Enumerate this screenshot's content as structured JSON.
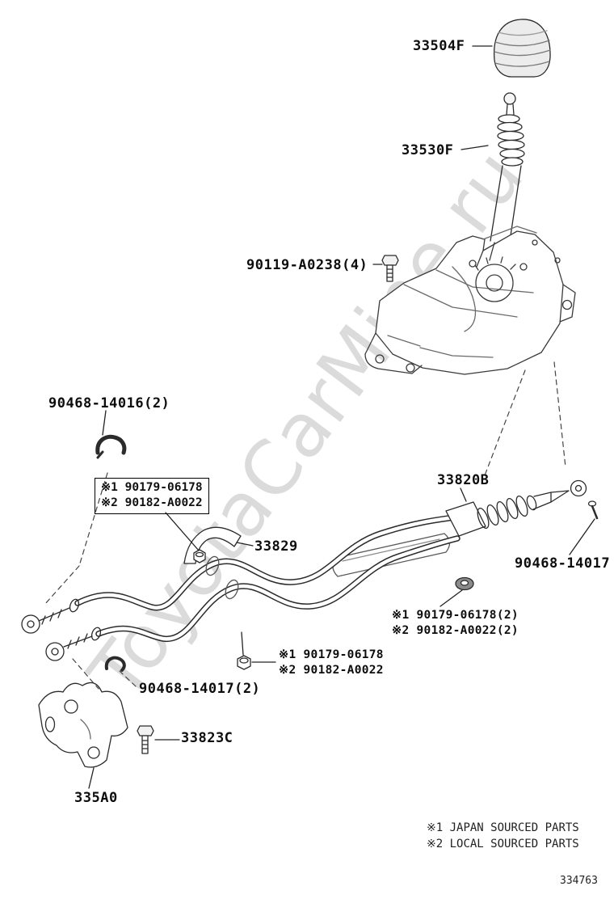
{
  "watermark": "ToyotaCarMine.ru",
  "diagram_code": "334763",
  "labels": {
    "knob": "33504F",
    "boot": "33530F",
    "housing_bolt": "90119-A0238(4)",
    "clip_upper": "90468-14016(2)",
    "washer_box_1": "※1 90179-06178",
    "washer_box_2": "※2 90182-A0022",
    "cable_assy": "33820B",
    "support_bracket": "33829",
    "clip_right": "90468-14017",
    "grommet_right_1": "※1 90179-06178(2)",
    "grommet_right_2": "※2 90182-A0022(2)",
    "nut_mid_1": "※1 90179-06178",
    "nut_mid_2": "※2 90182-A0022",
    "clip_lower": "90468-14017(2)",
    "bracket_bolt": "33823C",
    "lower_bracket": "335A0"
  },
  "footnotes": {
    "note1": "※1 JAPAN SOURCED PARTS",
    "note2": "※2 LOCAL SOURCED PARTS"
  }
}
